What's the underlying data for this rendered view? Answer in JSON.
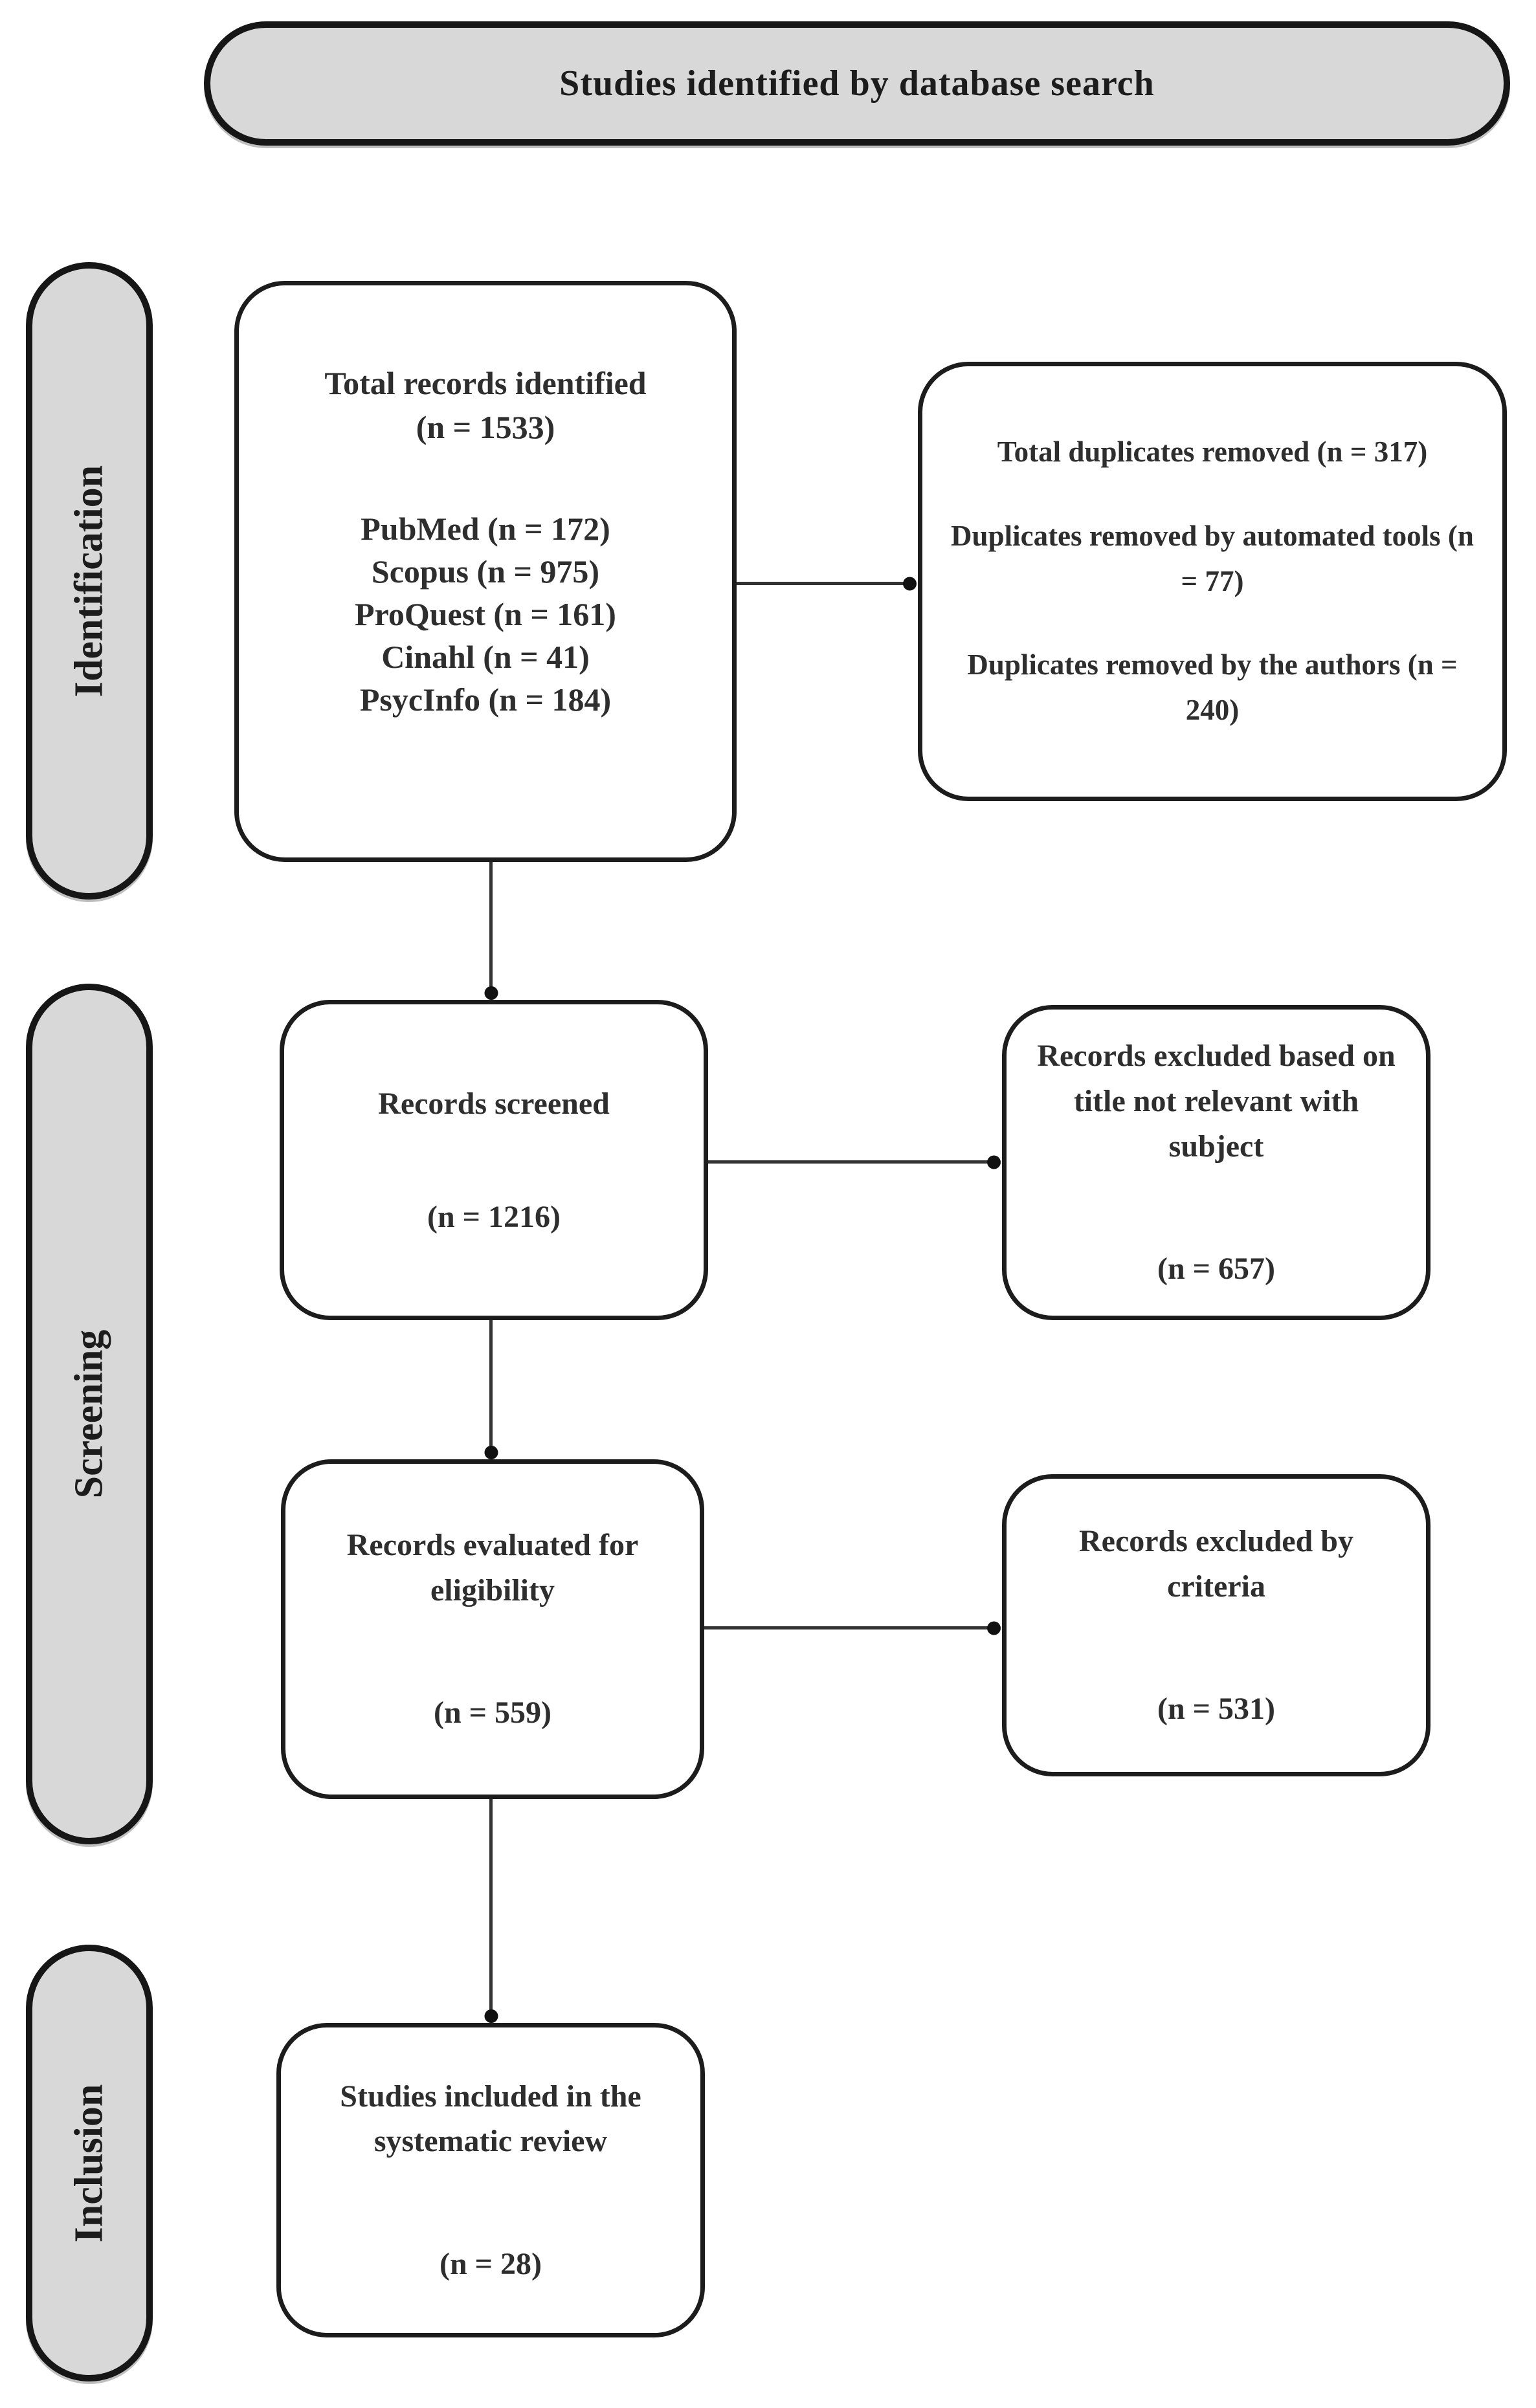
{
  "title": "Studies identified by database search",
  "stages": [
    {
      "label": "Identification"
    },
    {
      "label": "Screening"
    },
    {
      "label": "Inclusion"
    }
  ],
  "boxes": {
    "records_identified": {
      "title": "Total records identified",
      "count": "(n = 1533)",
      "sources": [
        "PubMed (n = 172)",
        "Scopus (n = 975)",
        "ProQuest (n = 161)",
        "Cinahl (n = 41)",
        "PsycInfo (n = 184)"
      ]
    },
    "duplicates_removed": {
      "line1": "Total duplicates removed (n = 317)",
      "line2": "Duplicates removed by automated tools (n = 77)",
      "line3": "Duplicates removed by the authors (n = 240)"
    },
    "records_screened": {
      "title": "Records screened",
      "count": "(n = 1216)"
    },
    "records_excluded_title": {
      "title": "Records excluded based on title not relevant with subject",
      "count": "(n = 657)"
    },
    "records_evaluated": {
      "title": "Records evaluated for eligibility",
      "count": "(n = 559)"
    },
    "records_excluded_criteria": {
      "title": "Records excluded by criteria",
      "count": "(n = 531)"
    },
    "studies_included": {
      "title": "Studies included in the systematic review",
      "count": "(n = 28)"
    }
  },
  "colors": {
    "background": "#ffffff",
    "pill_fill": "#d8d8d8",
    "border": "#1c1c1c",
    "text": "#2e2e2e",
    "arrow": "#333333"
  }
}
